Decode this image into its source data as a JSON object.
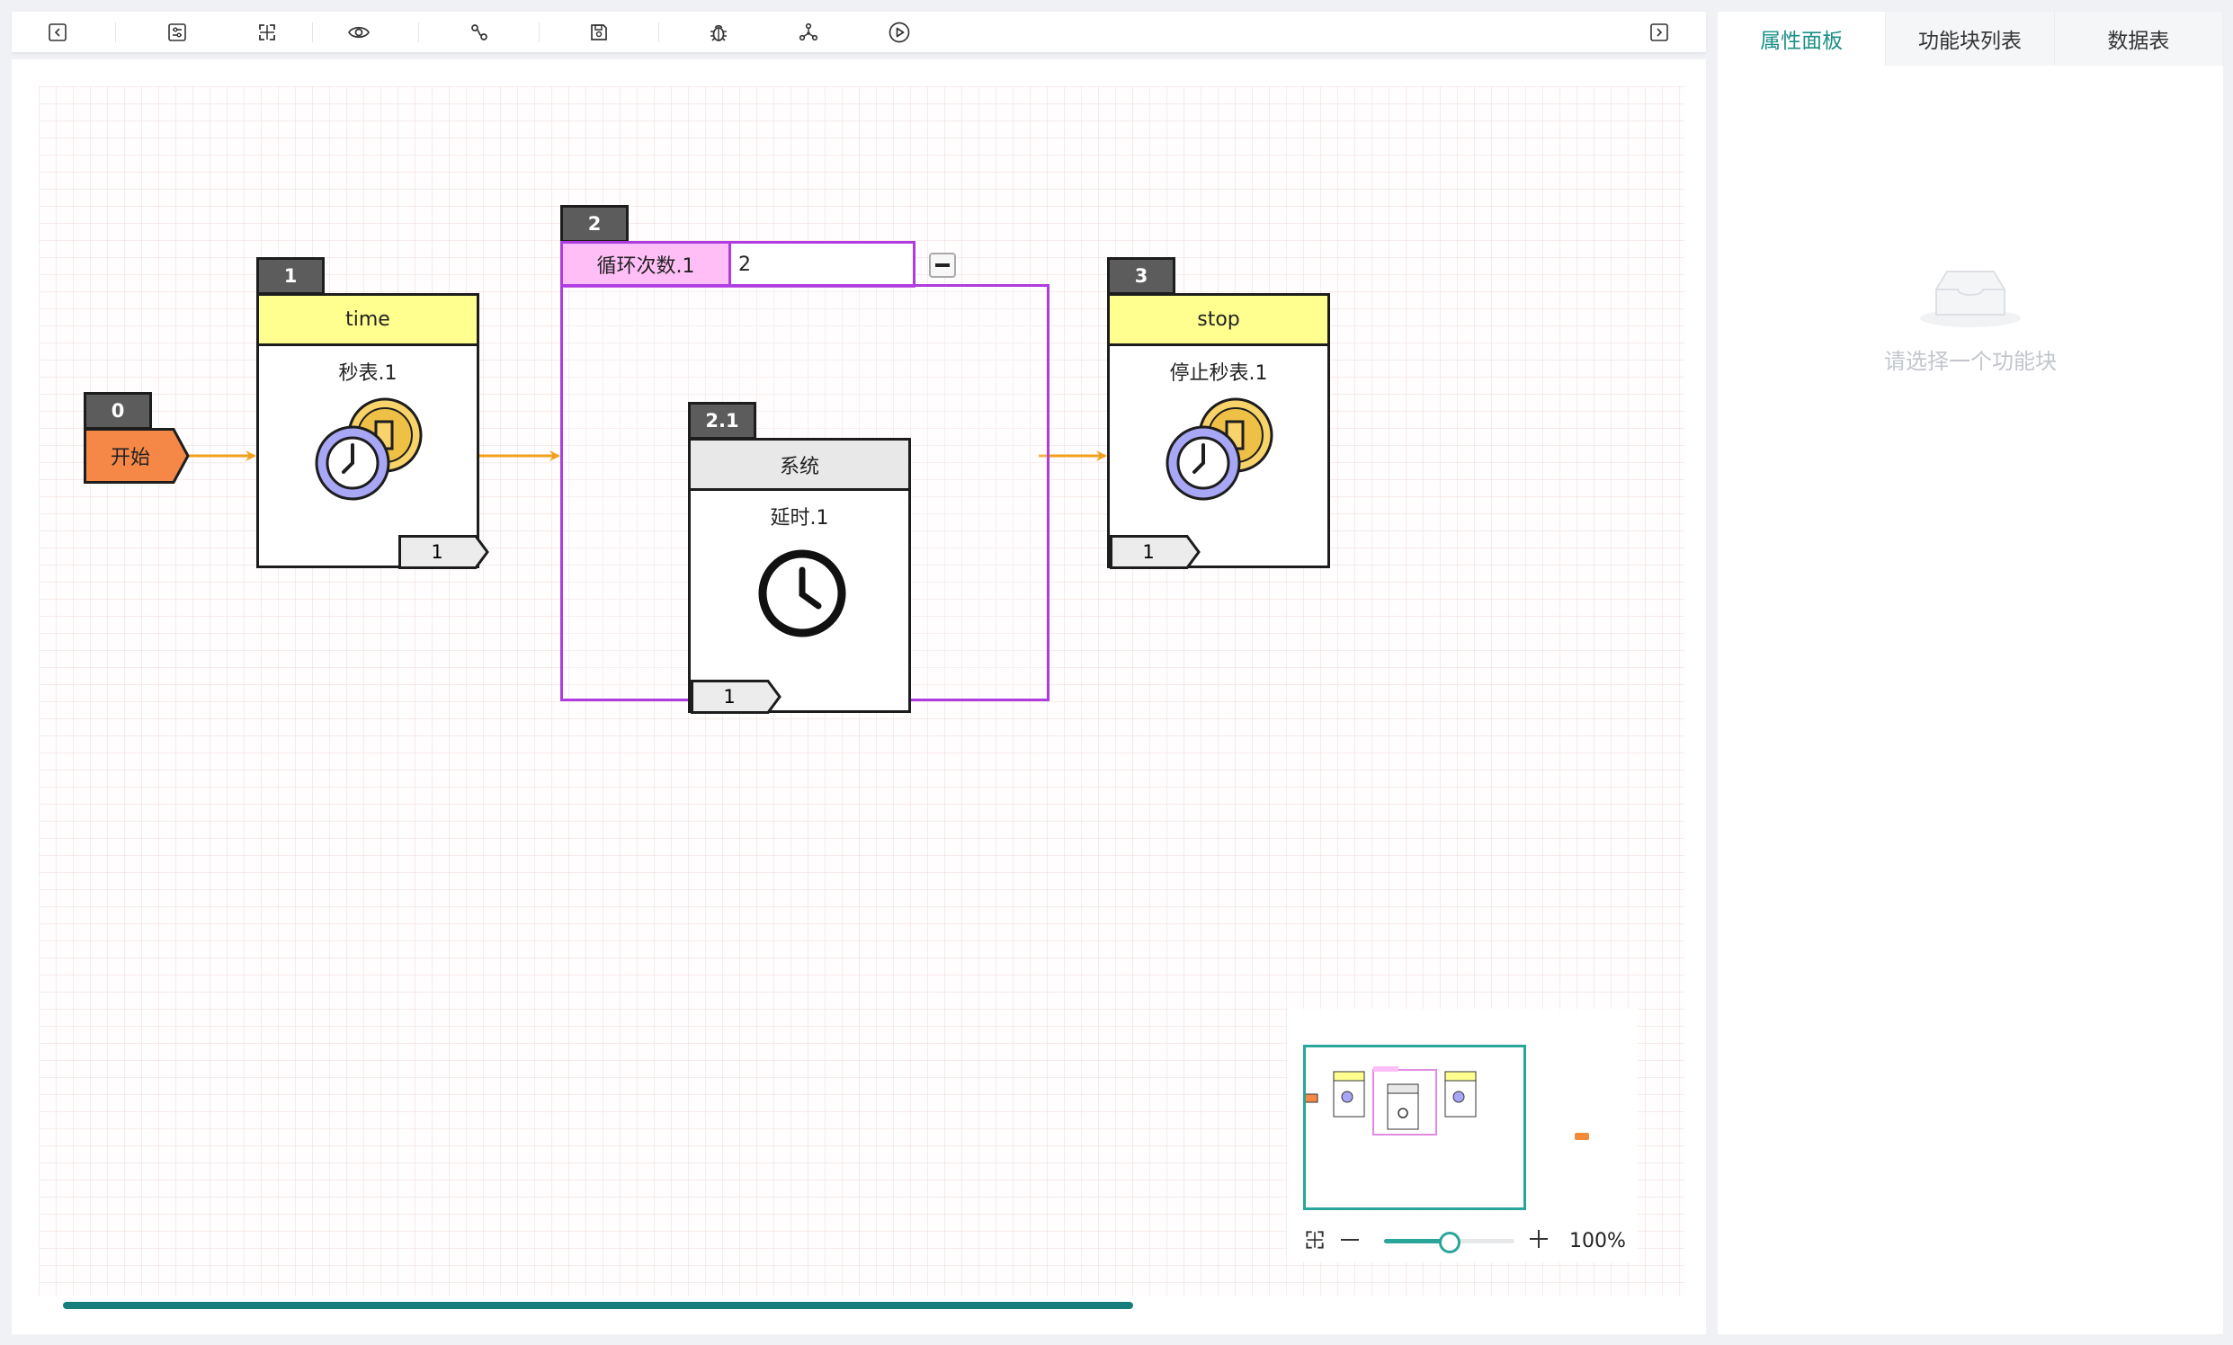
{
  "toolbar": {
    "buttons": [
      {
        "icon": "collapse-left-icon"
      },
      {
        "icon": "settings-sliders-icon"
      },
      {
        "icon": "fit-view-icon"
      },
      {
        "icon": "eye-icon"
      },
      {
        "icon": "link-icon"
      },
      {
        "icon": "save-icon"
      },
      {
        "icon": "bug-icon"
      },
      {
        "icon": "network-icon"
      },
      {
        "icon": "play-icon"
      },
      {
        "icon": "expand-right-icon"
      }
    ]
  },
  "flow": {
    "start": {
      "index": "0",
      "label": "开始",
      "color": "#f58847"
    },
    "block1": {
      "index": "1",
      "type": "time",
      "name": "秒表.1",
      "port": "1",
      "head_color": "#ffff90"
    },
    "loop": {
      "index": "2",
      "param_label": "循环次数.1",
      "param_value": "2",
      "color": "#b03be0"
    },
    "block21": {
      "index": "2.1",
      "type": "系统",
      "name": "延时.1",
      "port": "1",
      "head_color": "#e8e8e8"
    },
    "block3": {
      "index": "3",
      "type": "stop",
      "name": "停止秒表.1",
      "port": "1",
      "head_color": "#ffff90"
    },
    "edge_color": "#f2a01c"
  },
  "zoom": {
    "level": "100%",
    "fraction": 0.5
  },
  "right_panel": {
    "tabs": [
      "属性面板",
      "功能块列表",
      "数据表"
    ],
    "active_tab": 0,
    "empty_text": "请选择一个功能块"
  }
}
